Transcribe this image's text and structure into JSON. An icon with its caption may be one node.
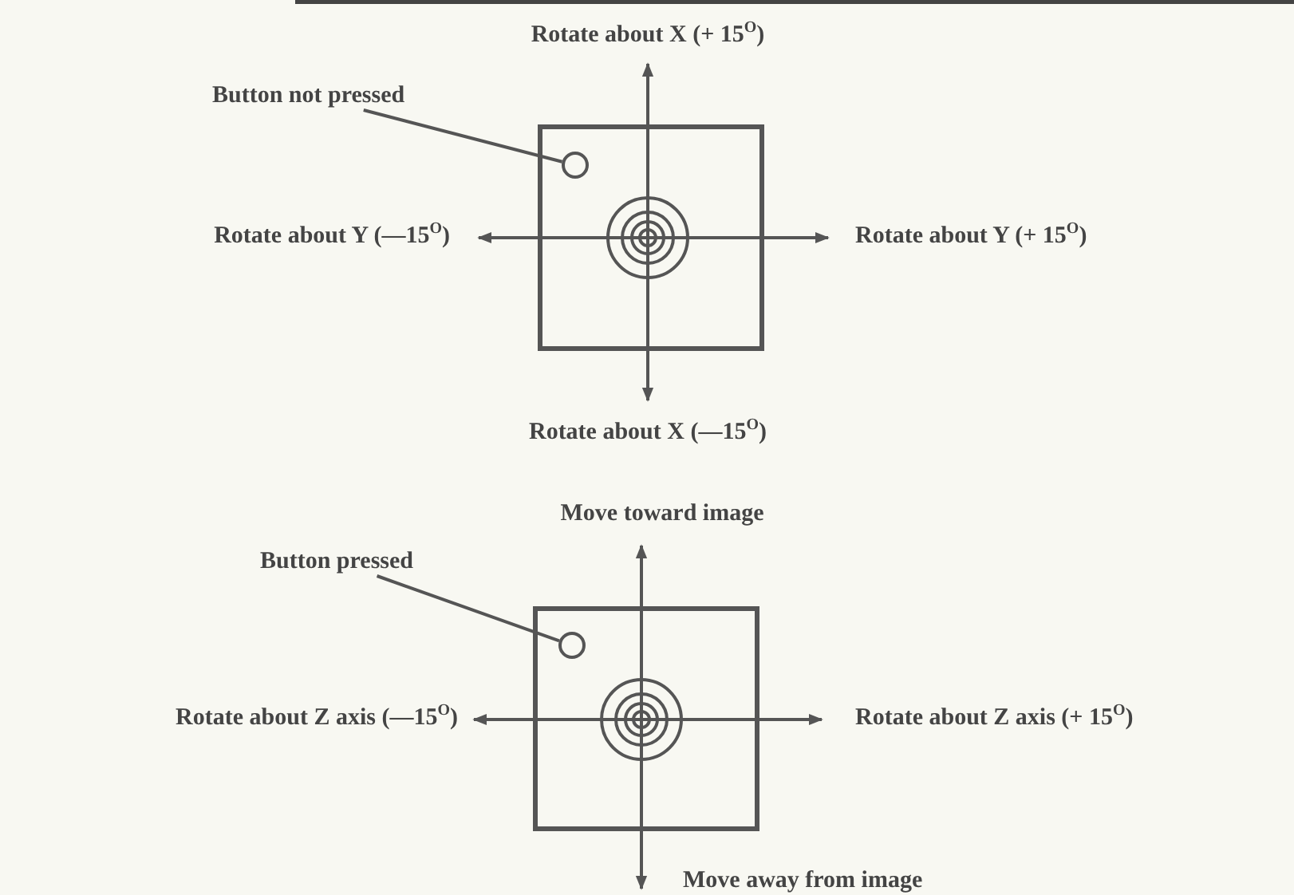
{
  "diagram": {
    "nodes": [
      {
        "text": [
          "Button not pressed"
        ]
      },
      {
        "text": [],
        "shape": "box"
      },
      {
        "text": [],
        "shape": "circle",
        "in": 1
      },
      {
        "text": [
          "Button pressed"
        ]
      },
      {
        "text": [],
        "shape": "box"
      },
      {
        "text": [],
        "shape": "circle",
        "in": 4
      }
    ],
    "edges": [
      {
        "from": 0,
        "to": 2,
        "arrow": "none"
      },
      {
        "from": 3,
        "to": 5,
        "arrow": "none"
      }
    ],
    "labels": [
      "Rotate about X (+ 15$^{O}$)",
      "Rotate about Y (—15$^{O}$)",
      "Rotate about Y (+ 15$^{O}$)",
      "Rotate about X (—15$^{O}$)",
      "Move toward image",
      "Rotate about Z axis (—15$^{O}$)",
      "Rotate about Z axis (+ 15$^{O}$)",
      "Move away from image"
    ]
  }
}
